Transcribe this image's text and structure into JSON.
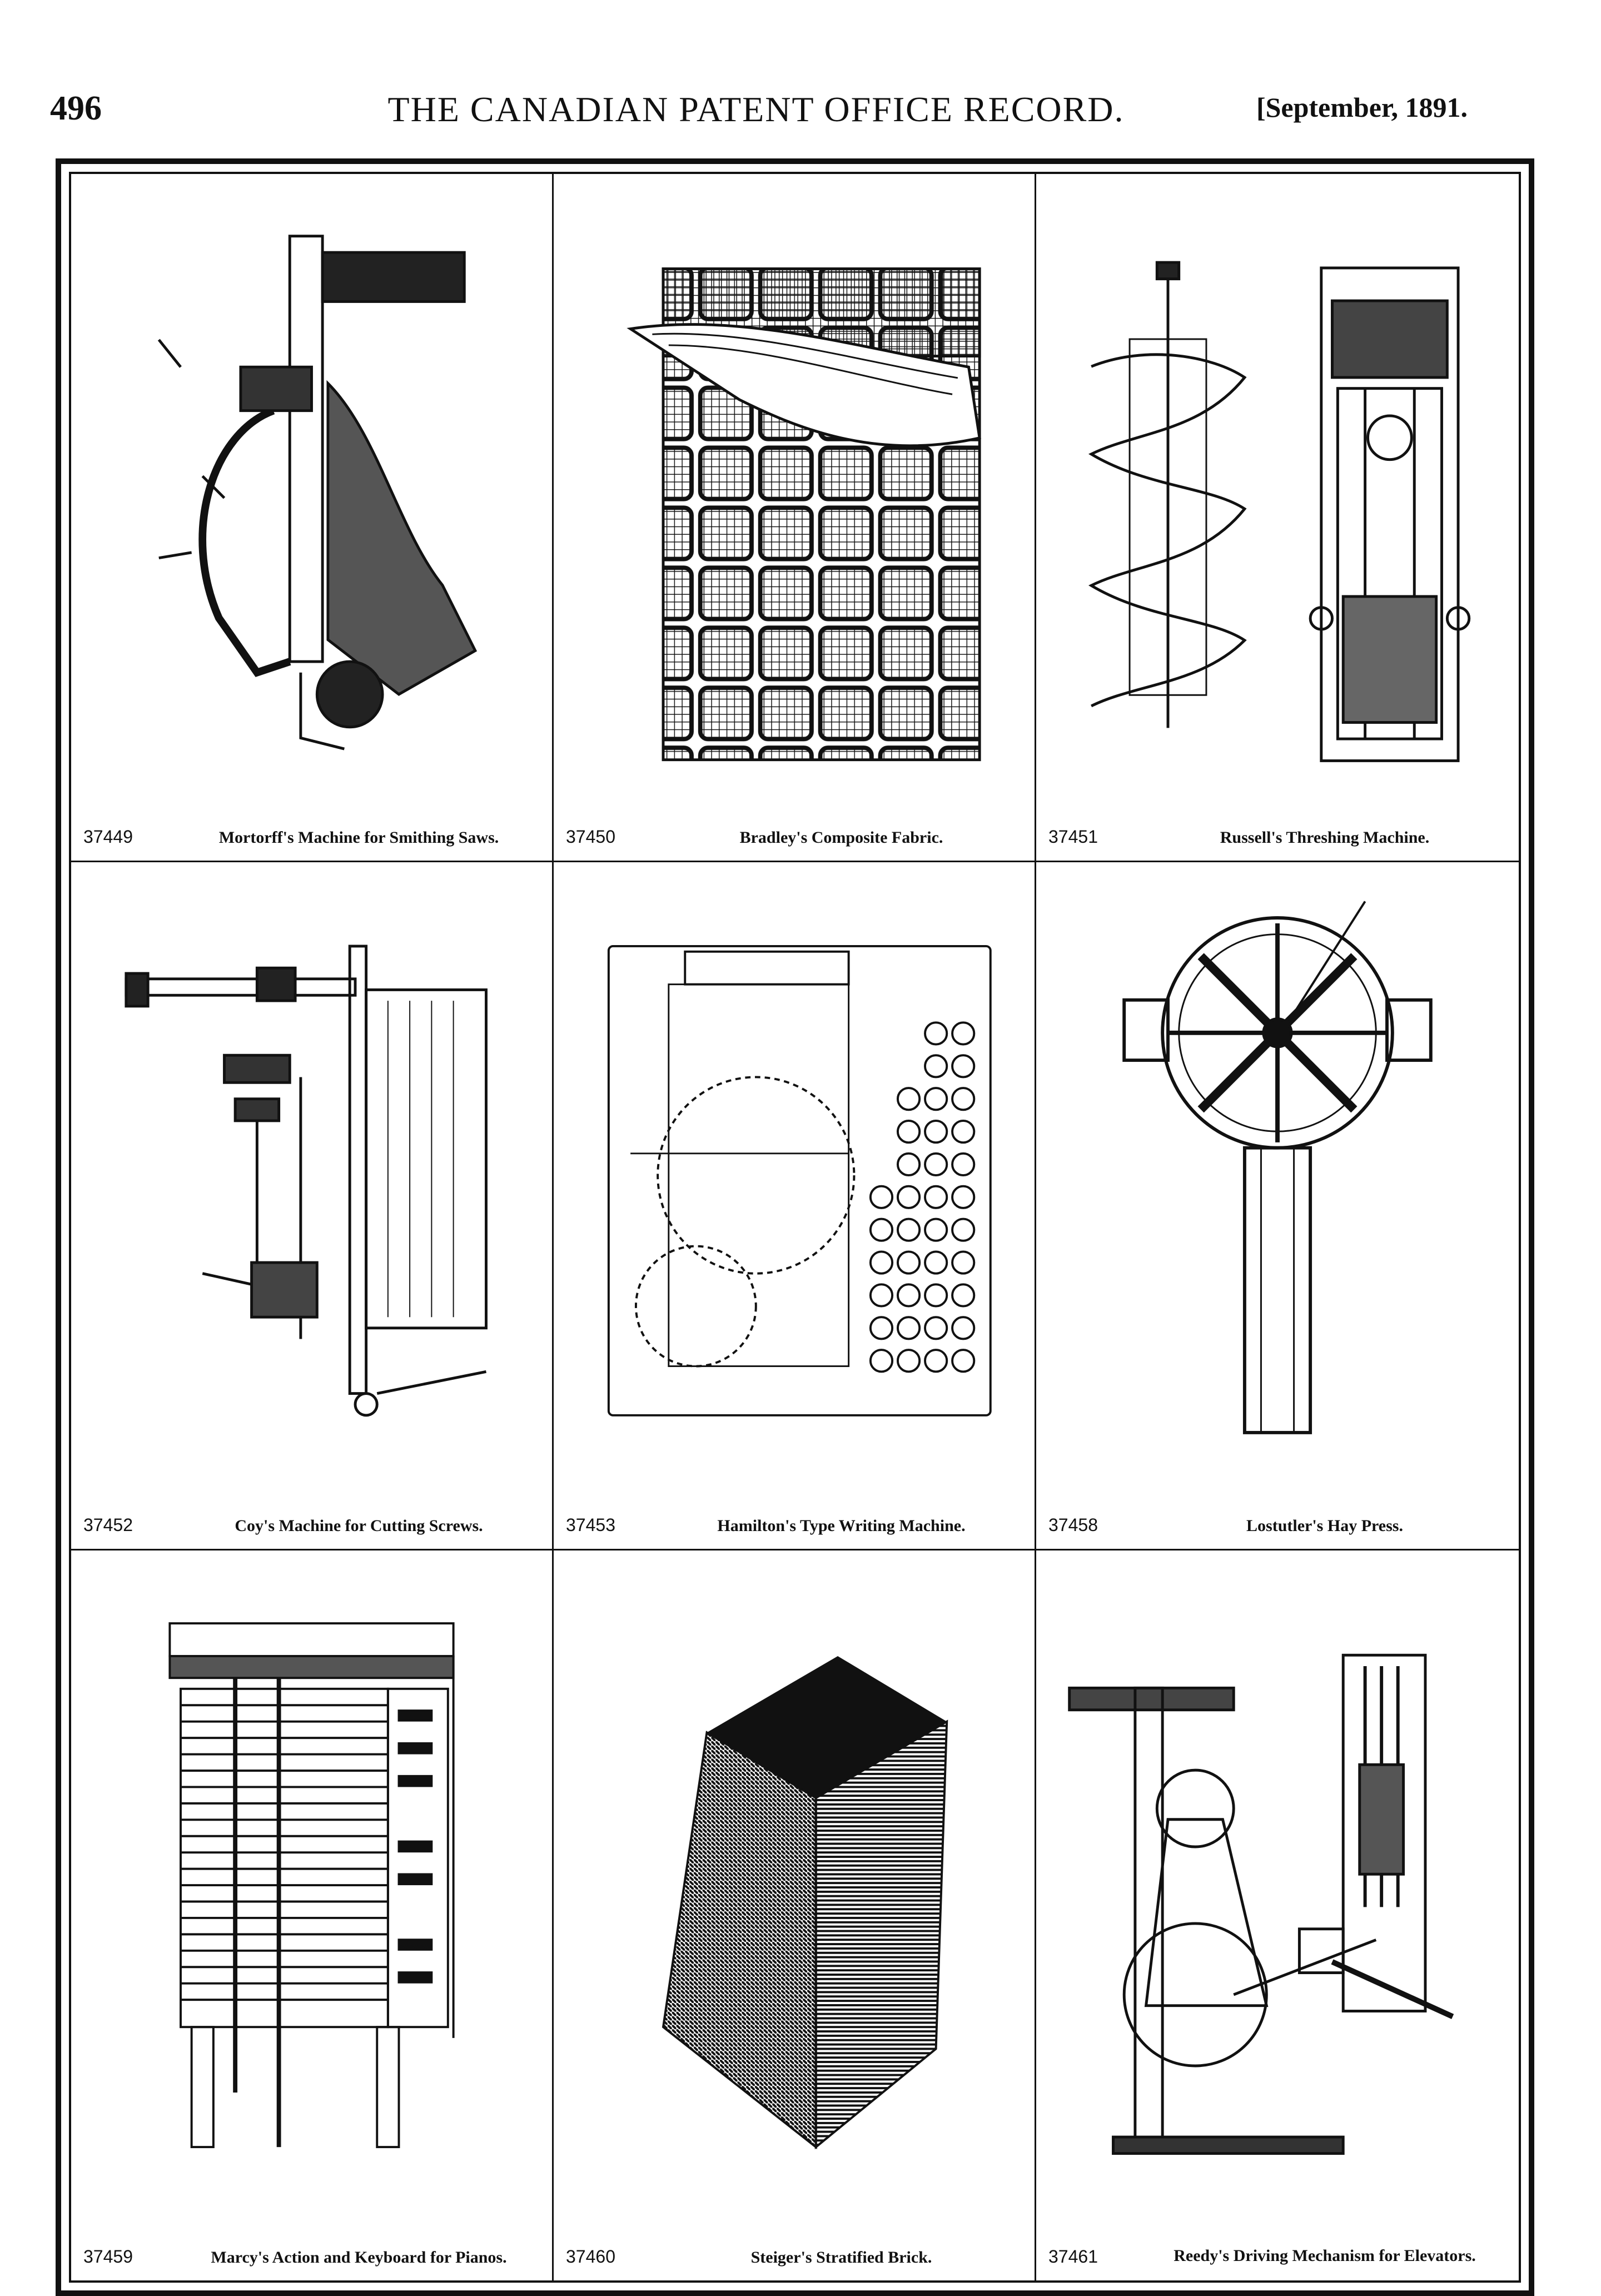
{
  "header": {
    "page_number": "496",
    "title": "THE CANADIAN PATENT OFFICE RECORD.",
    "date": "[September, 1891."
  },
  "patents": [
    {
      "number": "37449",
      "title": "Mortorff's Machine for Smithing Saws."
    },
    {
      "number": "37450",
      "title": "Bradley's Composite Fabric."
    },
    {
      "number": "37451",
      "title": "Russell's Threshing Machine."
    },
    {
      "number": "37452",
      "title": "Coy's Machine for Cutting Screws."
    },
    {
      "number": "37453",
      "title": "Hamilton's Type Writing Machine."
    },
    {
      "number": "37458",
      "title": "Lostutler's Hay Press."
    },
    {
      "number": "37459",
      "title": "Marcy's Action and Keyboard for Pianos."
    },
    {
      "number": "37460",
      "title": "Steiger's Stratified Brick."
    },
    {
      "number": "37461",
      "title": "Reedy's Driving Mechanism for Elevators."
    }
  ]
}
